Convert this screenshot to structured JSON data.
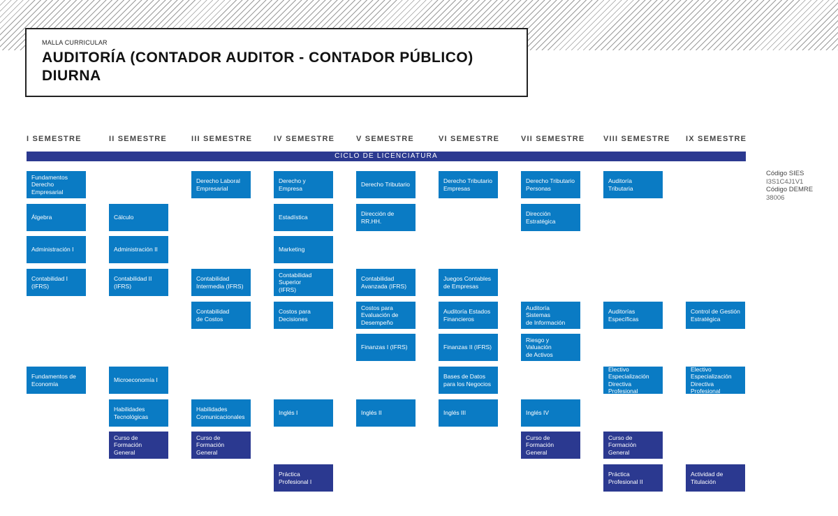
{
  "header": {
    "kicker": "MALLA CURRICULAR",
    "title": "AUDITORÍA (CONTADOR AUDITOR - CONTADOR PÚBLICO)\nDIURNA"
  },
  "cycle_label": "CICLO DE LICENCIATURA",
  "colors": {
    "course": "#0a7bc4",
    "general": "#2b3990"
  },
  "codes": {
    "sies_label": "Código SIES",
    "sies": "I3S1C4J1V1",
    "demre_label": "Código DEMRE",
    "demre": "38006"
  },
  "semesters": [
    {
      "label": "I SEMESTRE",
      "slots": [
        {
          "name": "Fundamentos\nDerecho Empresarial"
        },
        {
          "name": "Álgebra"
        },
        {
          "name": "Administración I"
        },
        {
          "name": "Contabilidad I\n(IFRS)"
        },
        null,
        null,
        {
          "name": "Fundamentos de\nEconomía"
        },
        null,
        null,
        null
      ]
    },
    {
      "label": "II SEMESTRE",
      "slots": [
        null,
        {
          "name": "Cálculo"
        },
        {
          "name": "Administración II"
        },
        {
          "name": "Contabilidad II\n(IFRS)"
        },
        null,
        null,
        {
          "name": "Microeconomía I"
        },
        {
          "name": "Habilidades\nTecnológicas"
        },
        {
          "name": "Curso de\nFormación General",
          "general": true
        },
        null
      ]
    },
    {
      "label": "III SEMESTRE",
      "slots": [
        {
          "name": "Derecho Laboral\nEmpresarial"
        },
        null,
        null,
        {
          "name": "Contabilidad\nIntermedia (IFRS)"
        },
        {
          "name": "Contabilidad\nde Costos"
        },
        null,
        null,
        {
          "name": "Habilidades\nComunicacionales"
        },
        {
          "name": "Curso de\nFormación General",
          "general": true
        },
        null
      ]
    },
    {
      "label": "IV SEMESTRE",
      "slots": [
        {
          "name": "Derecho y Empresa"
        },
        {
          "name": "Estadística"
        },
        {
          "name": "Marketing"
        },
        {
          "name": "Contabilidad Superior\n(IFRS)"
        },
        {
          "name": "Costos para\nDecisiones"
        },
        null,
        null,
        {
          "name": "Inglés I"
        },
        null,
        {
          "name": "Práctica\nProfesional I",
          "general": true
        }
      ]
    },
    {
      "label": "V SEMESTRE",
      "slots": [
        {
          "name": "Derecho Tributario"
        },
        {
          "name": "Dirección de\nRR.HH."
        },
        null,
        {
          "name": "Contabilidad\nAvanzada (IFRS)"
        },
        {
          "name": "Costos para\nEvaluación de\nDesempeño"
        },
        {
          "name": "Finanzas I (IFRS)"
        },
        null,
        {
          "name": "Inglés II"
        },
        null,
        null
      ]
    },
    {
      "label": "VI SEMESTRE",
      "slots": [
        {
          "name": "Derecho Tributario\nEmpresas"
        },
        null,
        null,
        {
          "name": "Juegos Contables\nde Empresas"
        },
        {
          "name": "Auditoría Estados\nFinancieros"
        },
        {
          "name": "Finanzas II (IFRS)"
        },
        {
          "name": "Bases de Datos\npara los Negocios"
        },
        {
          "name": "Inglés III"
        },
        null,
        null
      ]
    },
    {
      "label": "VII SEMESTRE",
      "slots": [
        {
          "name": "Derecho Tributario\nPersonas"
        },
        {
          "name": "Dirección\nEstratégica"
        },
        null,
        null,
        {
          "name": "Auditoría Sistemas\nde Información"
        },
        {
          "name": "Riesgo y Valuación\nde Activos"
        },
        null,
        {
          "name": "Inglés IV"
        },
        {
          "name": "Curso de\nFormación General",
          "general": true
        },
        null
      ]
    },
    {
      "label": "VIII SEMESTRE",
      "slots": [
        {
          "name": "Auditoría Tributaria"
        },
        null,
        null,
        null,
        {
          "name": "Auditorías Específicas"
        },
        null,
        {
          "name": "Electivo\nEspecialización\nDirectiva Profesional"
        },
        null,
        {
          "name": "Curso de\nFormación General",
          "general": true
        },
        {
          "name": "Práctica\nProfesional II",
          "general": true
        }
      ]
    },
    {
      "label": "IX SEMESTRE",
      "slots": [
        null,
        null,
        null,
        null,
        {
          "name": "Control de Gestión\nEstratégica"
        },
        null,
        {
          "name": "Electivo\nEspecialización\nDirectiva Profesional"
        },
        null,
        null,
        {
          "name": "Actividad de\nTitulación",
          "general": true
        }
      ]
    }
  ]
}
